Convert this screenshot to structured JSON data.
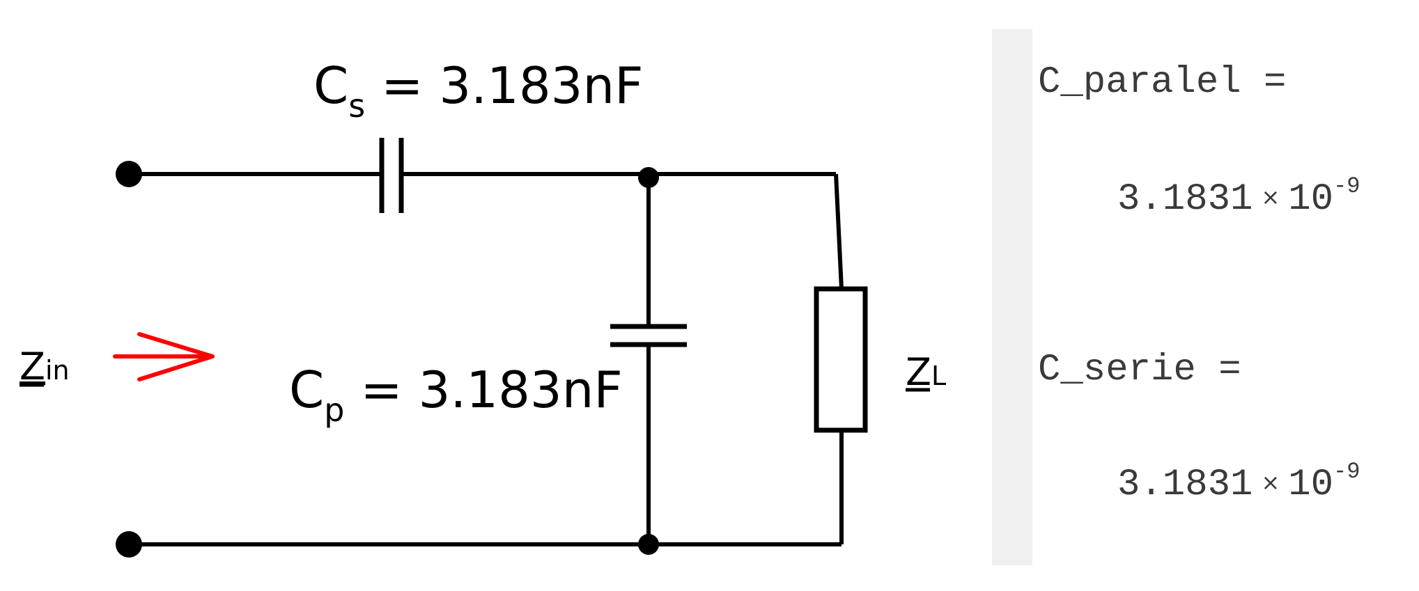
{
  "circuit": {
    "cs_label": {
      "symbol": "C",
      "sub": "s",
      "value": " = 3.183nF"
    },
    "cp_label": {
      "symbol": "C",
      "sub": "p",
      "value": " = 3.183nF"
    },
    "zin_label": {
      "symbol": "Z",
      "sub": "in"
    },
    "zl_label": {
      "symbol": "Z",
      "sub": "L"
    },
    "arrow_color": "#ff0000"
  },
  "output_panel": {
    "c_paralel_name": "C_paralel =",
    "c_paralel_mantissa": "3.1831",
    "c_paralel_times": "×",
    "c_paralel_base": "10",
    "c_paralel_exp": "-9",
    "c_serie_name": "C_serie =",
    "c_serie_mantissa": "3.1831",
    "c_serie_times": "×",
    "c_serie_base": "10",
    "c_serie_exp": "-9"
  }
}
